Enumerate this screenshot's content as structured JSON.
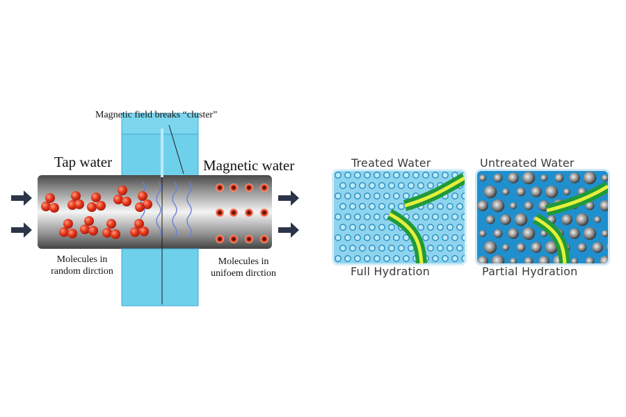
{
  "left_diagram": {
    "caption_top": "Magnetic field breaks “cluster”",
    "tap_label": "Tap water",
    "magnetic_label": "Magnetic water",
    "left_molecules_label_1": "Molecules in",
    "left_molecules_label_2": "random dirction",
    "right_molecules_label_1": "Molecules in",
    "right_molecules_label_2": "unifoem dirction"
  },
  "right_diagram": {
    "treated_title": "Treated Water",
    "treated_caption": "Full Hydration",
    "untreated_title": "Untreated Water",
    "untreated_caption": "Partial Hydration"
  },
  "colors": {
    "pipe_dark": "#4a4a4a",
    "pipe_light": "#f2f2f2",
    "magnet_blue": "#6fd0ec",
    "molecule_red": "#e0321c",
    "arrow_navy": "#2b3448",
    "treated_bg": "#8ed4ef",
    "untreated_bg": "#1f8fce",
    "membrane_green": "#1f9a3a",
    "membrane_yellow": "#e6ef3a"
  }
}
